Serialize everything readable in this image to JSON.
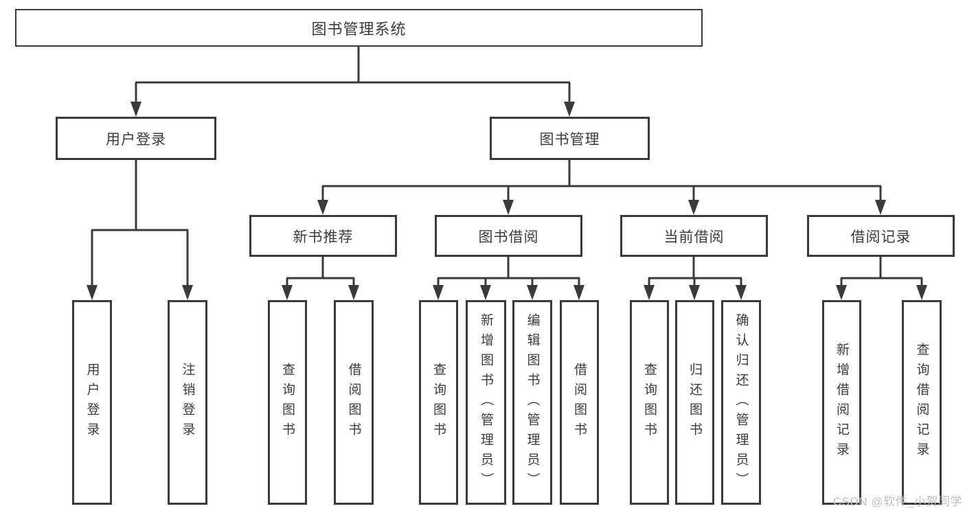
{
  "diagram_title": "图书管理系统",
  "nodes": {
    "root": "图书管理系统",
    "branch_user_login": "用户登录",
    "branch_book_mgmt": "图书管理",
    "cat_new_book_rec": "新书推荐",
    "cat_book_borrow": "图书借阅",
    "cat_current_borrow": "当前借阅",
    "cat_borrow_records": "借阅记录",
    "leaf_user_login": "用户登录",
    "leaf_logout": "注销登录",
    "leaf_nbr_query_books": "查询图书",
    "leaf_nbr_borrow_books": "借阅图书",
    "leaf_bb_query_books": "查询图书",
    "leaf_bb_add_books": "新增图书（管理员）",
    "leaf_bb_edit_books": "编辑图书（管理员）",
    "leaf_bb_borrow_books": "借阅图书",
    "leaf_cb_query_books": "查询图书",
    "leaf_cb_return_books": "归还图书",
    "leaf_cb_confirm_return": "确认归还（管理员）",
    "leaf_br_add_record": "新增借阅记录",
    "leaf_br_query_record": "查询借阅记录"
  },
  "watermark": "CSDN @软件_小贺同学",
  "colors": {
    "line": "#3a3a3a",
    "text": "#3c3c3c",
    "watermark": "#bfbfbf",
    "background": "#ffffff"
  }
}
